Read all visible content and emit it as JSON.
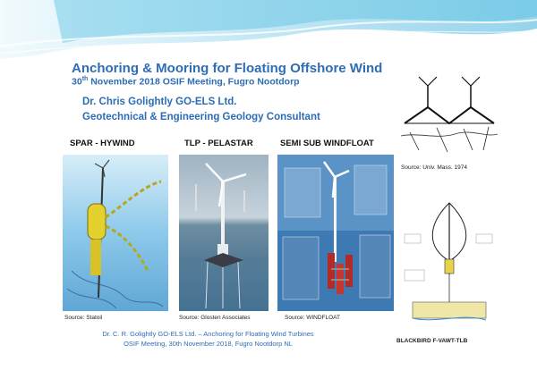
{
  "slide": {
    "title": "Anchoring & Mooring for Floating Offshore Wind",
    "subtitle_day": "30",
    "subtitle_ordinal": "th",
    "subtitle_rest": " November 2018  OSIF Meeting, Fugro Nootdorp",
    "author": "Dr. Chris Golightly GO-ELS Ltd.",
    "role": "Geotechnical & Engineering Geology Consultant"
  },
  "panels": [
    {
      "heading": "SPAR - HYWIND",
      "source": "Source: Statoil"
    },
    {
      "heading": "TLP - PELASTAR",
      "source": "Source: Glosten Associates"
    },
    {
      "heading": "SEMI SUB WINDFLOAT",
      "source": "Source: WINDFLOAT"
    }
  ],
  "side": {
    "sketch_source": "Source: Univ. Mass. 1974",
    "vawt_label": "BLACKBIRD F-VAWT-TLB"
  },
  "footer": {
    "line1": "Dr. C. R. Golightly GO-ELS Ltd. – Anchoring for Floating Wind Turbines",
    "line2": "OSIF Meeting, 30th November 2018, Fugro Nootdorp NL"
  },
  "colors": {
    "accent": "#2d6db5",
    "wave_light": "#c9ecf7",
    "wave_dark": "#4fb8de"
  }
}
